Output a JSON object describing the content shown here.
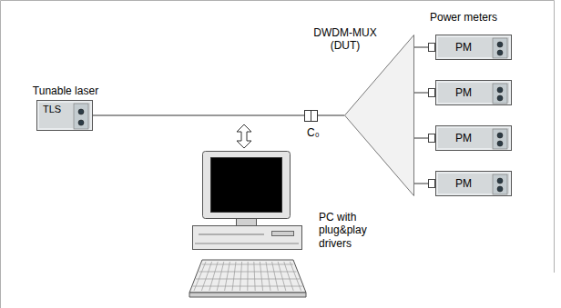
{
  "diagram": {
    "nodes": [
      {
        "text": [
          "Tunable laser",
          "TLS"
        ]
      },
      {
        "text": [
          "DWDM-MUX (DUT)"
        ]
      },
      {
        "text": [
          "PM"
        ]
      },
      {
        "text": [
          "PM"
        ]
      },
      {
        "text": [
          "PM"
        ]
      },
      {
        "text": [
          "PM"
        ]
      }
    ],
    "edges": [
      {
        "from": 0,
        "to": 1,
        "arrow": "none"
      },
      {
        "from": 1,
        "to": 2,
        "arrow": "none"
      },
      {
        "from": 1,
        "to": 3,
        "arrow": "none"
      },
      {
        "from": 1,
        "to": 4,
        "arrow": "none"
      },
      {
        "from": 1,
        "to": 5,
        "arrow": "none"
      }
    ],
    "labels": [
      "C₀",
      "Power meters",
      "PC with plug&play drivers"
    ]
  }
}
